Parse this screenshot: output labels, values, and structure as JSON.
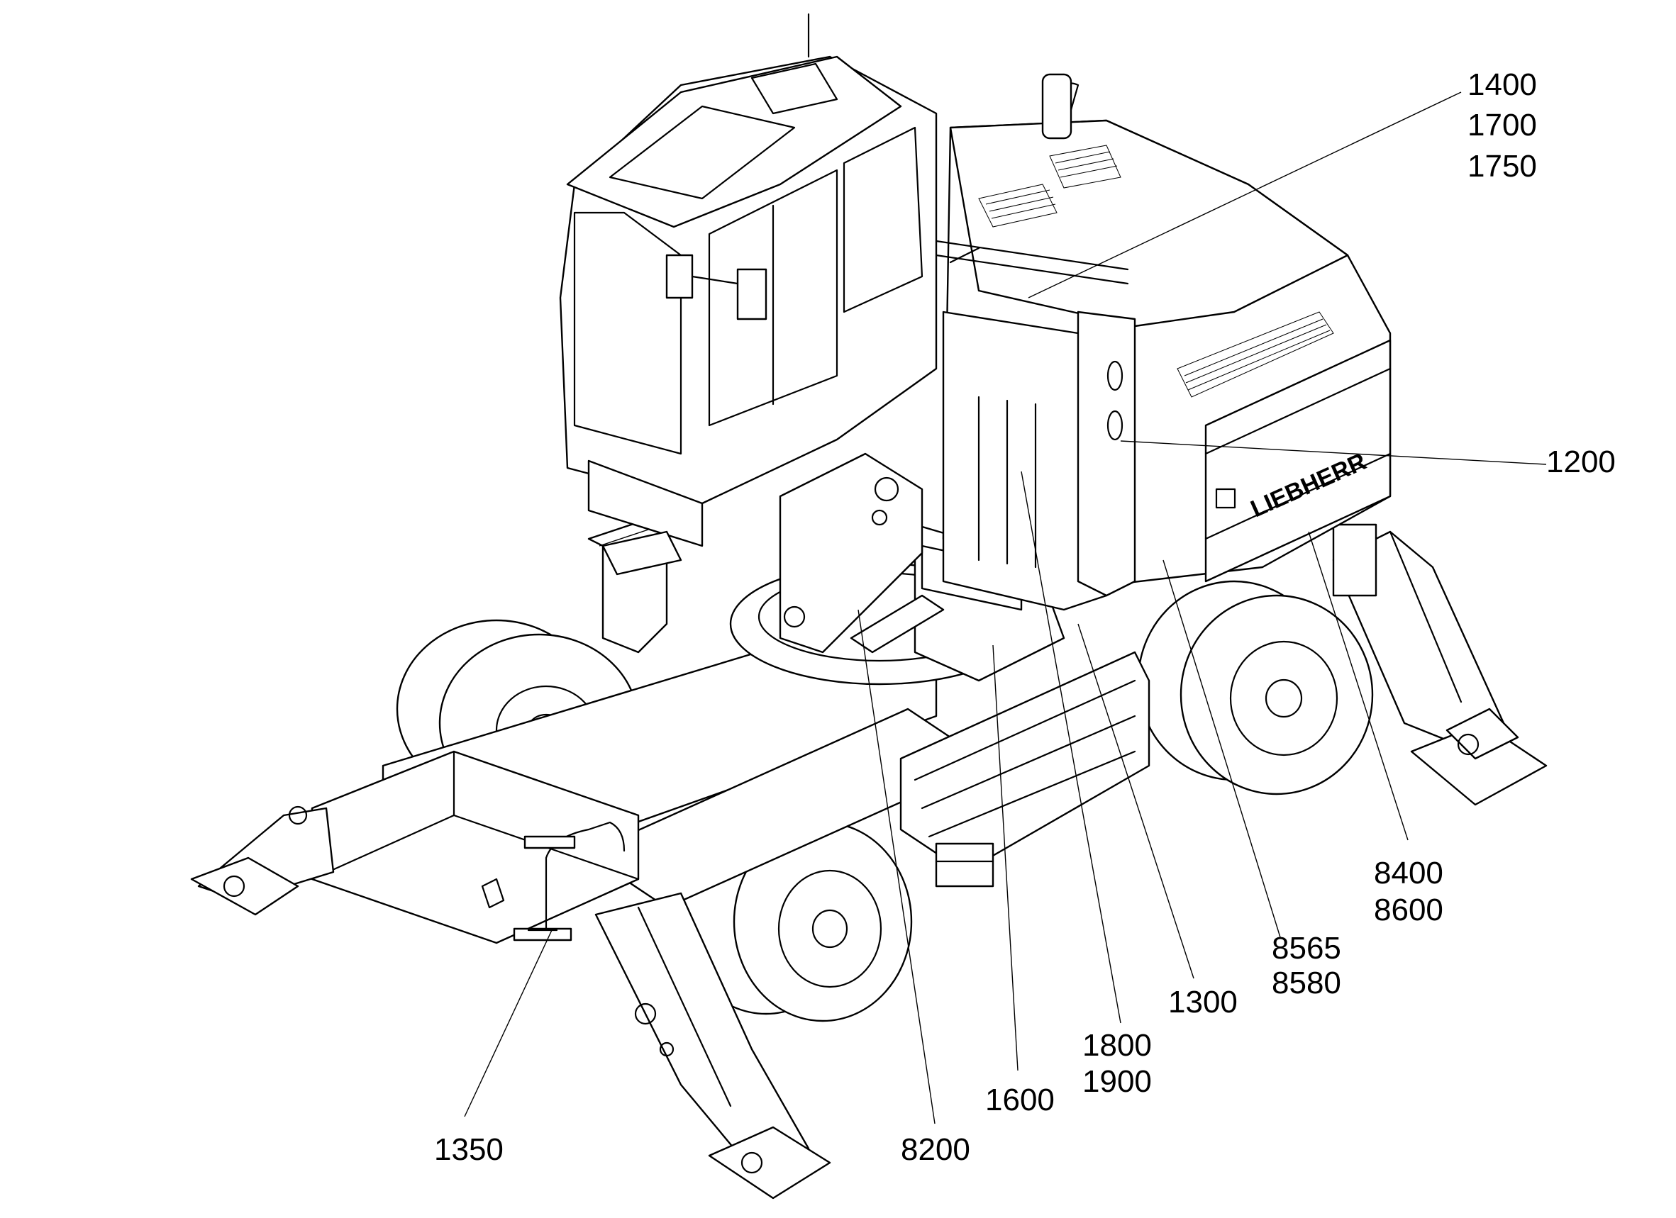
{
  "brand_text": "LIEBHERR",
  "labels": {
    "c1400": "1400",
    "c1700": "1700",
    "c1750": "1750",
    "c1200": "1200",
    "c8400": "8400",
    "c8600": "8600",
    "c8565": "8565",
    "c8580": "8580",
    "c1300": "1300",
    "c1800": "1800",
    "c1900": "1900",
    "c1600": "1600",
    "c8200": "8200",
    "c1350": "1350"
  }
}
